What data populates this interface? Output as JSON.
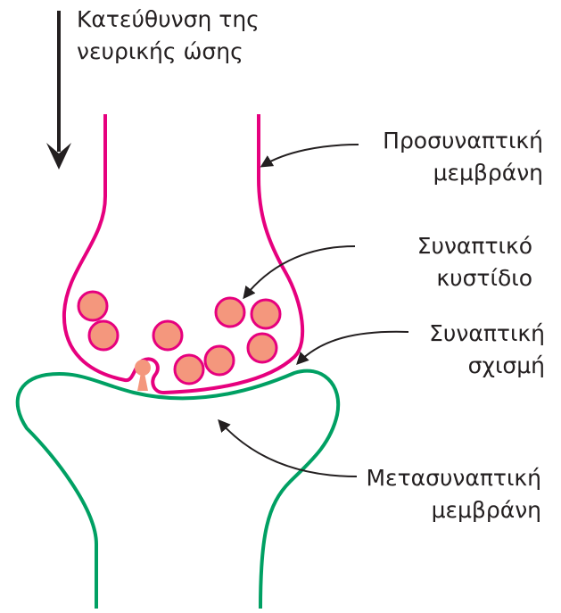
{
  "labels": {
    "direction": {
      "line1": "Κατεύθυνση της",
      "line2": "νευρικής ώσης"
    },
    "presynaptic_membrane": {
      "line1": "Προσυναπτική",
      "line2": "μεμβράνη"
    },
    "synaptic_vesicle": {
      "line1": "Συναπτικό",
      "line2": "κυστίδιο"
    },
    "synaptic_cleft": {
      "line1": "Συναπτική",
      "line2": "σχισμή"
    },
    "postsynaptic_membrane": {
      "line1": "Μετασυναπτική",
      "line2": "μεμβράνη"
    }
  },
  "colors": {
    "presynaptic": "#e6007e",
    "postsynaptic": "#00a063",
    "vesicle_fill": "#f4977d",
    "vesicle_outline": "#e6007e",
    "arrow": "#231f20"
  }
}
